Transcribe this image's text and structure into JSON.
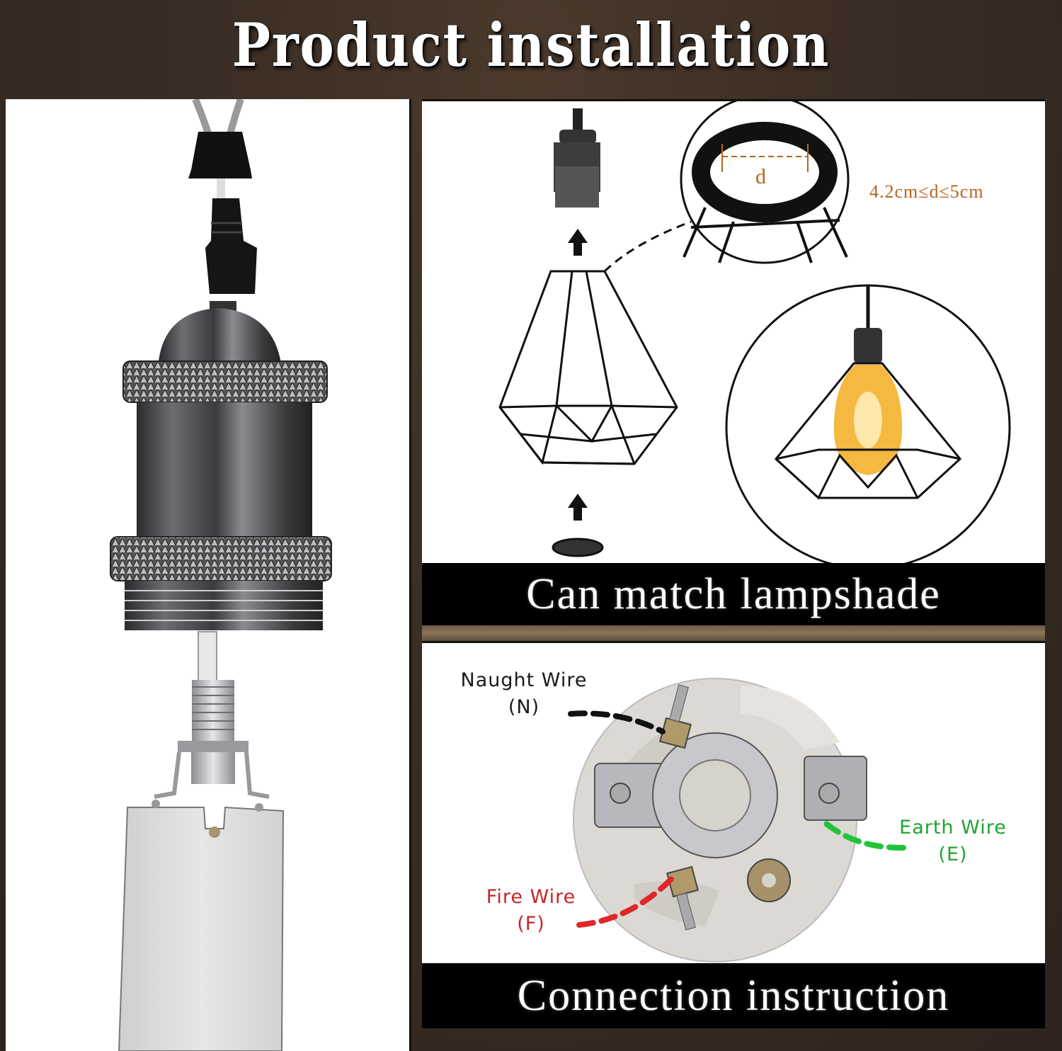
{
  "header": {
    "title": "Product installation"
  },
  "left_panel": {
    "components": [
      "cord-grip-cap",
      "threaded-cord-grip",
      "metal-socket-shell",
      "threaded-rod",
      "ceramic-lamp-holder"
    ]
  },
  "lampshade_panel": {
    "caption": "Can match lampshade",
    "dimension_label": "d",
    "dimension_range": "4.2cm≤d≤5cm",
    "colors": {
      "dimension": "#b5651d",
      "bulb": "#f5b942"
    }
  },
  "connection_panel": {
    "caption": "Connection instruction",
    "wires": [
      {
        "name": "Naught Wire",
        "code": "(N)",
        "color": "#1a1a1a"
      },
      {
        "name": "Earth Wire",
        "code": "(E)",
        "color": "#1fa532"
      },
      {
        "name": "Fire Wire",
        "code": "(F)",
        "color": "#c4262a"
      }
    ]
  }
}
